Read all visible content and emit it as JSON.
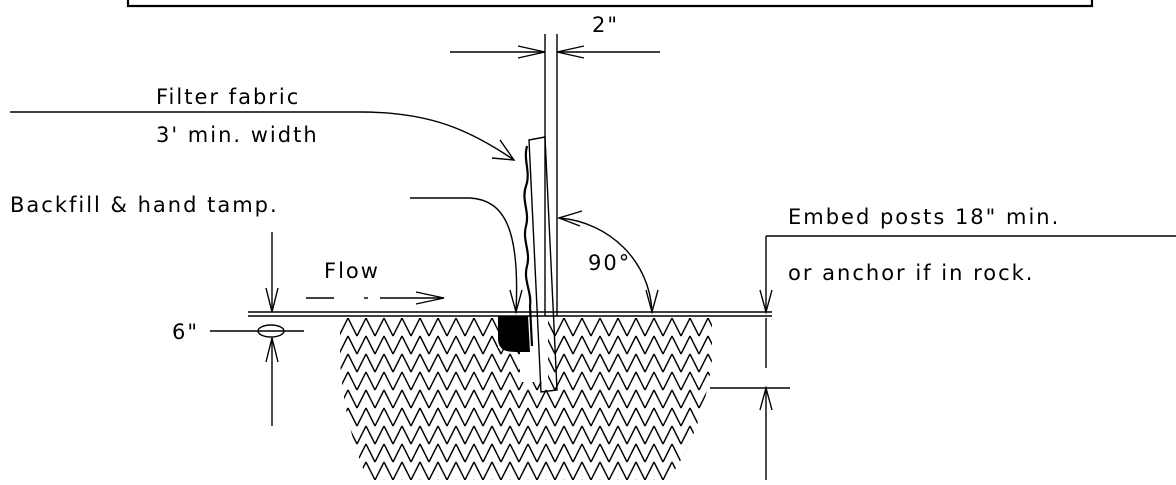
{
  "diagram": {
    "labels": {
      "filter_fabric": "Filter fabric",
      "fabric_width": "3' min. width",
      "backfill": "Backfill & hand tamp.",
      "flow": "Flow",
      "trench_depth": "6\"",
      "post_width": "2\"",
      "angle": "90°",
      "embed_line1": "Embed posts 18\" min.",
      "embed_line2": "or anchor if in rock."
    },
    "colors": {
      "ink": "#000000",
      "paper": "#ffffff"
    },
    "icons": {
      "arrowhead": "open-arrowhead",
      "hatch": "soil-hatch-pattern",
      "depth_marker": "ellipse-marker"
    }
  }
}
